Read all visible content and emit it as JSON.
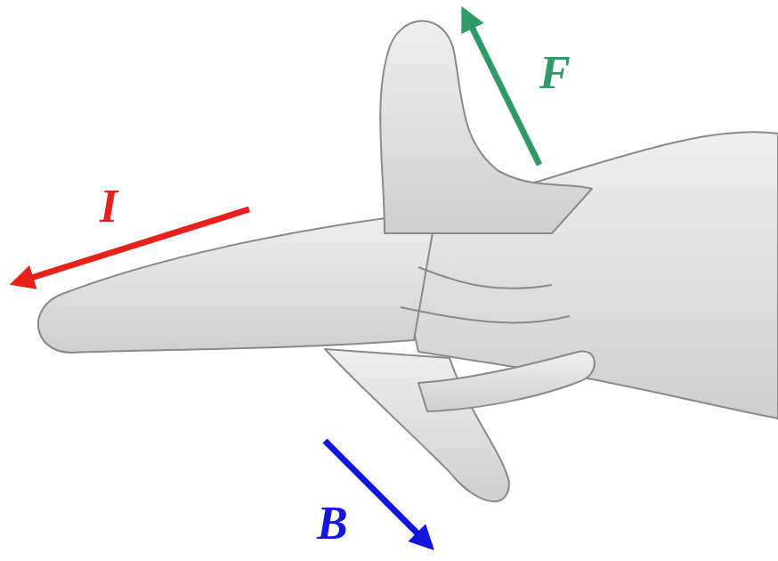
{
  "diagram": {
    "labels": [
      "I",
      "F",
      "B"
    ]
  }
}
